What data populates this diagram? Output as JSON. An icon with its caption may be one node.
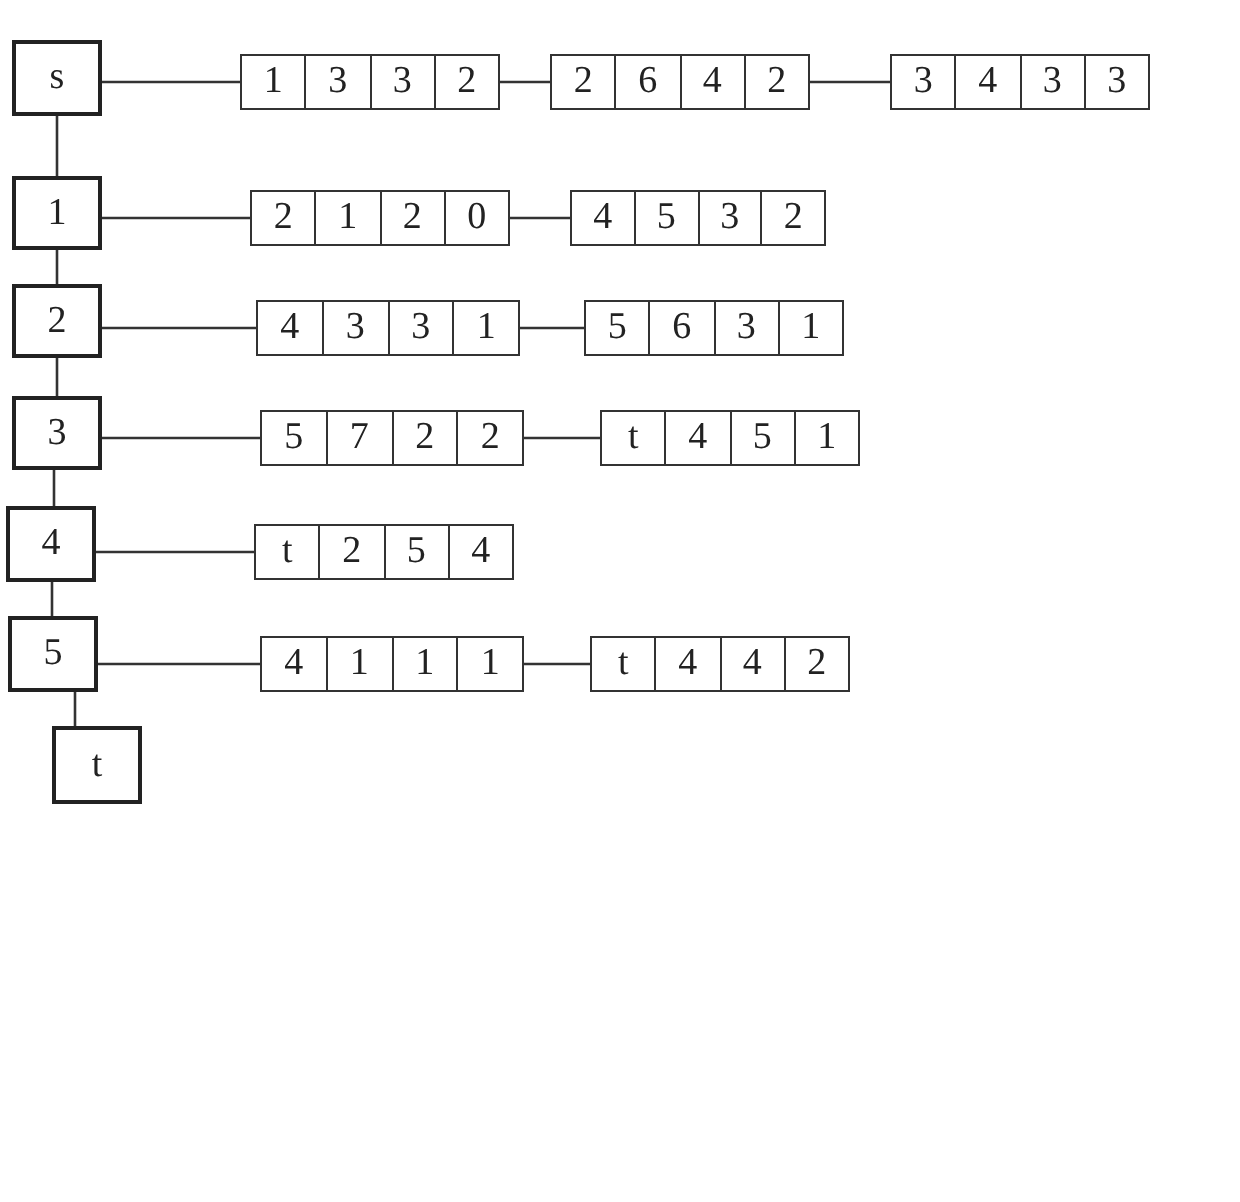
{
  "diagram": {
    "nodes": [
      {
        "text": [
          "s"
        ]
      },
      {
        "text": [
          "1",
          "3",
          "3",
          "2"
        ]
      },
      {
        "text": [
          "2",
          "6",
          "4",
          "2"
        ]
      },
      {
        "text": [
          "3",
          "4",
          "3",
          "3"
        ]
      },
      {
        "text": [
          "1"
        ]
      },
      {
        "text": [
          "2",
          "1",
          "2",
          "0"
        ]
      },
      {
        "text": [
          "4",
          "5",
          "3",
          "2"
        ]
      },
      {
        "text": [
          "2"
        ]
      },
      {
        "text": [
          "4",
          "3",
          "3",
          "1"
        ]
      },
      {
        "text": [
          "5",
          "6",
          "3",
          "1"
        ]
      },
      {
        "text": [
          "3"
        ]
      },
      {
        "text": [
          "5",
          "7",
          "2",
          "2"
        ]
      },
      {
        "text": [
          "t",
          "4",
          "5",
          "1"
        ]
      },
      {
        "text": [
          "4"
        ]
      },
      {
        "text": [
          "t",
          "2",
          "5",
          "4"
        ]
      },
      {
        "text": [
          "5"
        ]
      },
      {
        "text": [
          "4",
          "1",
          "1",
          "1"
        ]
      },
      {
        "text": [
          "t",
          "4",
          "4",
          "2"
        ]
      },
      {
        "text": [
          "t"
        ]
      }
    ],
    "edges": [
      {
        "from": 0,
        "to": 1,
        "arrow": "none"
      },
      {
        "from": 1,
        "to": 2,
        "arrow": "none"
      },
      {
        "from": 2,
        "to": 3,
        "arrow": "none"
      },
      {
        "from": 0,
        "to": 4,
        "arrow": "none"
      },
      {
        "from": 4,
        "to": 5,
        "arrow": "none"
      },
      {
        "from": 5,
        "to": 6,
        "arrow": "none"
      },
      {
        "from": 4,
        "to": 7,
        "arrow": "none"
      },
      {
        "from": 7,
        "to": 8,
        "arrow": "none"
      },
      {
        "from": 8,
        "to": 9,
        "arrow": "none"
      },
      {
        "from": 7,
        "to": 10,
        "arrow": "none"
      },
      {
        "from": 10,
        "to": 11,
        "arrow": "none"
      },
      {
        "from": 11,
        "to": 12,
        "arrow": "none"
      },
      {
        "from": 10,
        "to": 13,
        "arrow": "none"
      },
      {
        "from": 13,
        "to": 14,
        "arrow": "none"
      },
      {
        "from": 13,
        "to": 15,
        "arrow": "none"
      },
      {
        "from": 15,
        "to": 16,
        "arrow": "none"
      },
      {
        "from": 16,
        "to": 17,
        "arrow": "none"
      },
      {
        "from": 15,
        "to": 18,
        "arrow": "none"
      }
    ]
  }
}
